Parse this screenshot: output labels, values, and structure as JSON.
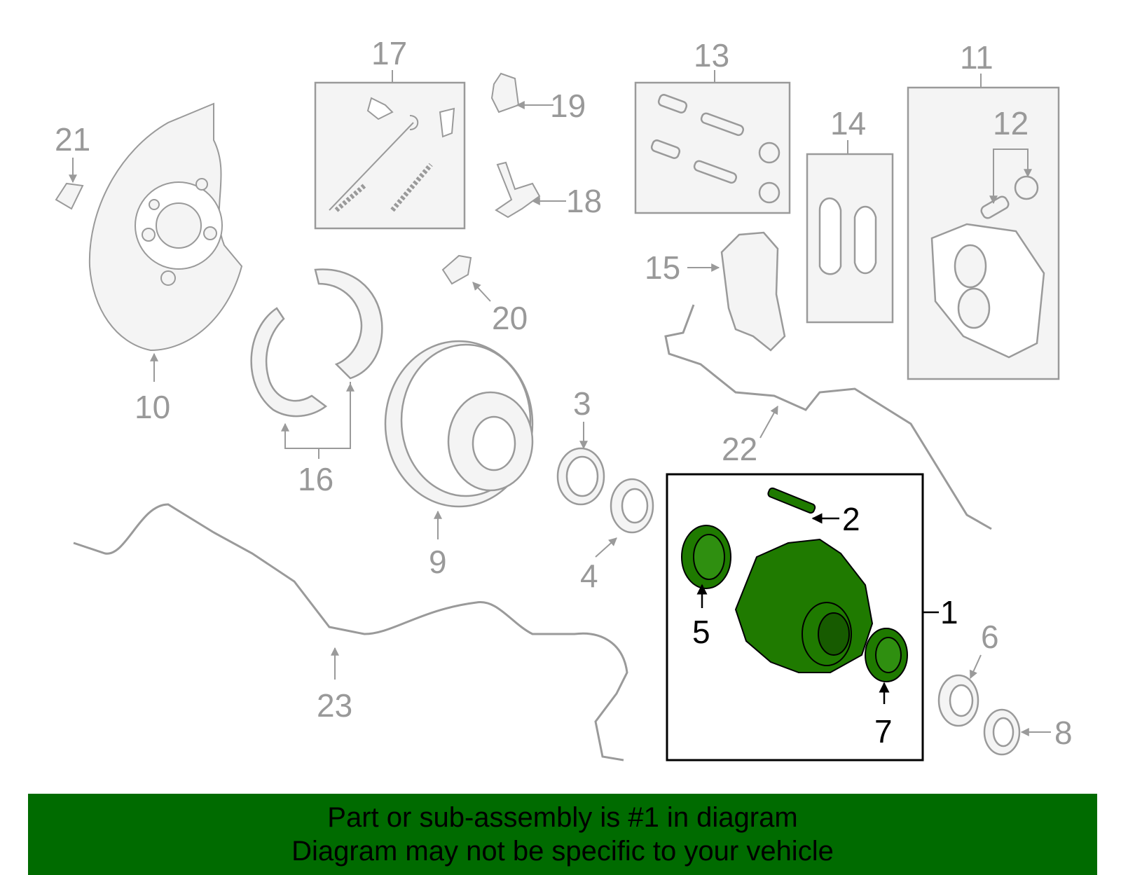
{
  "colors": {
    "part_outline": "#9a9a9a",
    "part_fill": "#f4f4f4",
    "highlight_fill": "#1f7a00",
    "highlight_stroke": "#000000",
    "banner_bg": "#006b00",
    "label_gray": "#999999",
    "label_active": "#000000"
  },
  "diagram": {
    "callouts": [
      {
        "id": "1",
        "label": "1",
        "highlighted": true
      },
      {
        "id": "2",
        "label": "2",
        "highlighted": true
      },
      {
        "id": "3",
        "label": "3",
        "highlighted": false
      },
      {
        "id": "4",
        "label": "4",
        "highlighted": false
      },
      {
        "id": "5",
        "label": "5",
        "highlighted": true
      },
      {
        "id": "6",
        "label": "6",
        "highlighted": false
      },
      {
        "id": "7",
        "label": "7",
        "highlighted": true
      },
      {
        "id": "8",
        "label": "8",
        "highlighted": false
      },
      {
        "id": "9",
        "label": "9",
        "highlighted": false
      },
      {
        "id": "10",
        "label": "10",
        "highlighted": false
      },
      {
        "id": "11",
        "label": "11",
        "highlighted": false
      },
      {
        "id": "12",
        "label": "12",
        "highlighted": false
      },
      {
        "id": "13",
        "label": "13",
        "highlighted": false
      },
      {
        "id": "14",
        "label": "14",
        "highlighted": false
      },
      {
        "id": "15",
        "label": "15",
        "highlighted": false
      },
      {
        "id": "16",
        "label": "16",
        "highlighted": false
      },
      {
        "id": "17",
        "label": "17",
        "highlighted": false
      },
      {
        "id": "18",
        "label": "18",
        "highlighted": false
      },
      {
        "id": "19",
        "label": "19",
        "highlighted": false
      },
      {
        "id": "20",
        "label": "20",
        "highlighted": false
      },
      {
        "id": "21",
        "label": "21",
        "highlighted": false
      },
      {
        "id": "22",
        "label": "22",
        "highlighted": false
      },
      {
        "id": "23",
        "label": "23",
        "highlighted": false
      }
    ]
  },
  "banner": {
    "line1": "Part or sub-assembly is #1 in diagram",
    "line2": "Diagram may not be specific to your vehicle"
  }
}
